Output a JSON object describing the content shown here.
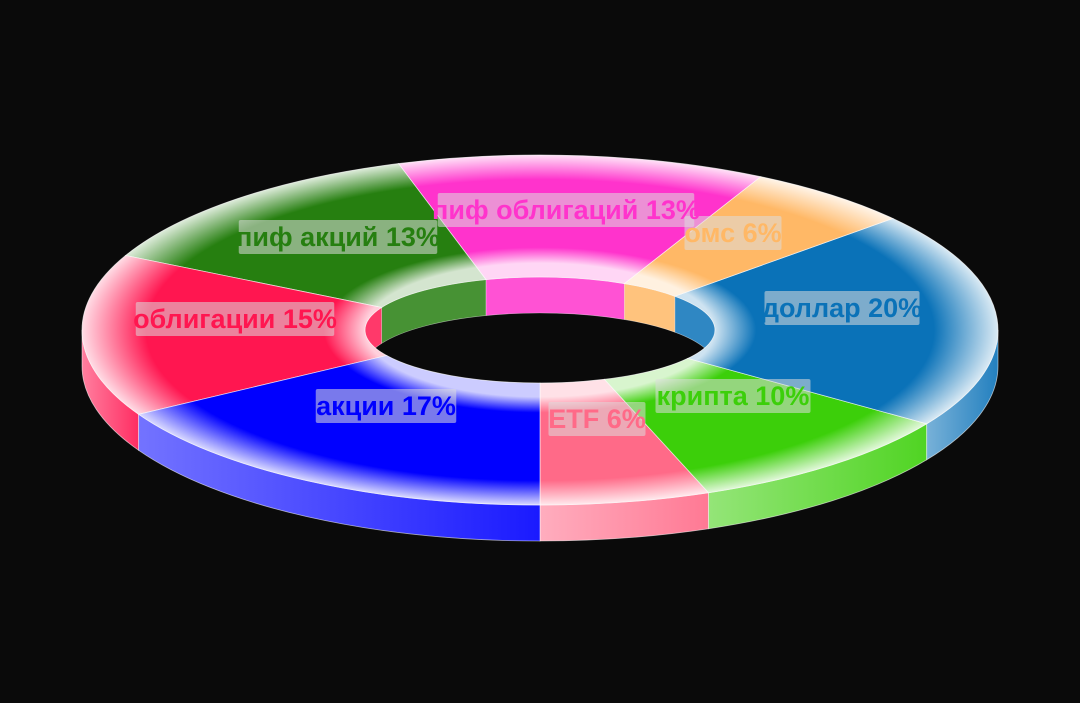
{
  "chart_data": {
    "type": "pie",
    "variant": "3d-donut",
    "title": "",
    "categories": [
      "ETF",
      "крипта",
      "доллар",
      "омс",
      "пиф облигаций",
      "пиф акций",
      "облигации",
      "акции"
    ],
    "values": [
      6,
      10,
      20,
      6,
      13,
      13,
      15,
      17
    ],
    "labels": [
      "ETF 6%",
      "крипта 10%",
      "доллар 20%",
      "омс 6%",
      "пиф облигаций 13%",
      "пиф акций 13%",
      "облигации 15%",
      "акции 17%"
    ],
    "colors": [
      "#ff6a88",
      "#3ccf0a",
      "#0a72b8",
      "#ffb866",
      "#ff33cc",
      "#267f10",
      "#ff1650",
      "#0000ff"
    ],
    "legend": "none",
    "label_positions": [
      [
        597,
        419
      ],
      [
        733,
        396
      ],
      [
        842,
        308
      ],
      [
        733,
        233
      ],
      [
        566,
        210
      ],
      [
        338,
        237
      ],
      [
        235,
        319
      ],
      [
        386,
        406
      ]
    ]
  },
  "background": "#0a0a0a"
}
